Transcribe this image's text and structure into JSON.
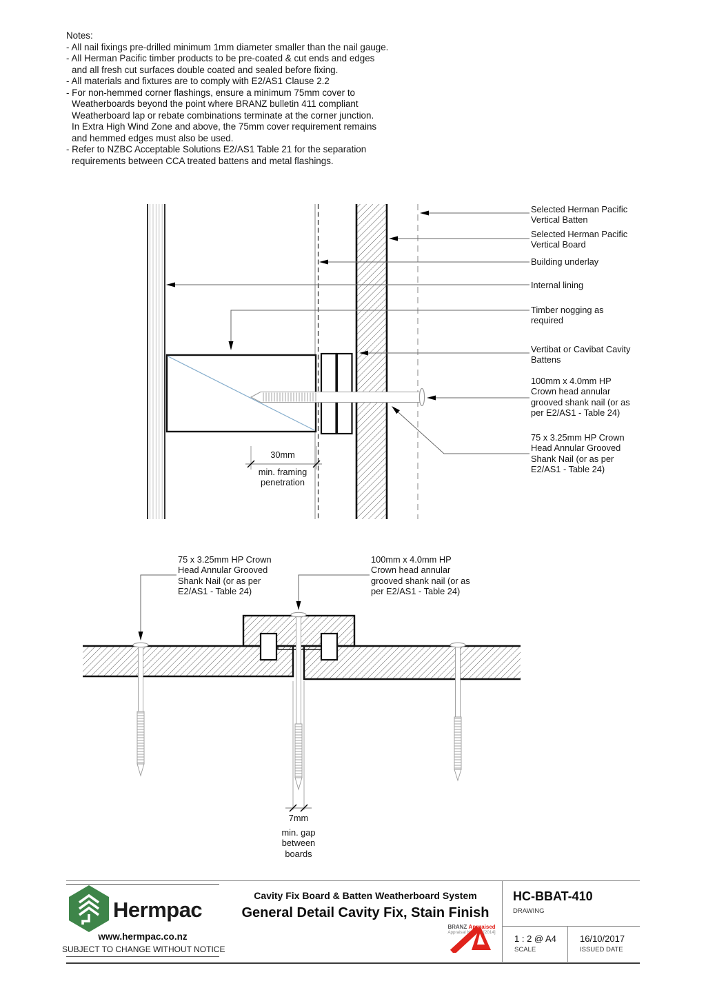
{
  "notes": {
    "title": "Notes:",
    "lines": [
      "- All nail fixings pre-drilled minimum 1mm diameter smaller than the nail gauge.",
      "- All Herman Pacific timber products to be pre-coated & cut ends and edges",
      "and all fresh cut surfaces double coated and sealed before fixing.",
      "- All materials and fixtures are to comply with E2/AS1 Clause 2.2",
      "- For non-hemmed corner flashings, ensure a minimum 75mm cover to",
      "Weatherboards beyond the point where BRANZ bulletin 411 compliant",
      "Weatherboard lap or rebate combinations terminate at the corner junction.",
      "In Extra High Wind Zone and above, the 75mm cover requirement remains",
      "and hemmed edges must also be used.",
      "- Refer to NZBC Acceptable Solutions E2/AS1 Table 21 for the separation",
      "requirements between CCA treated battens and metal flashings."
    ]
  },
  "detail1": {
    "labels": {
      "vertical_batten": {
        "l1": "Selected Herman Pacific",
        "l2": "Vertical Batten"
      },
      "vertical_board": {
        "l1": "Selected Herman Pacific",
        "l2": "Vertical Board"
      },
      "building_underlay": {
        "l1": "Building underlay"
      },
      "internal_lining": {
        "l1": "Internal lining"
      },
      "timber_nogging": {
        "l1": "Timber nogging as",
        "l2": "required"
      },
      "cavity_battens": {
        "l1": "Vertibat or Cavibat Cavity",
        "l2": "Battens"
      },
      "nail_100": {
        "l1": "100mm x 4.0mm HP",
        "l2": "Crown head annular",
        "l3": "grooved shank nail (or as",
        "l4": "per E2/AS1 - Table 24)"
      },
      "nail_75": {
        "l1": "75 x 3.25mm HP Crown",
        "l2": "Head Annular Grooved",
        "l3": "Shank Nail (or as per",
        "l4": "E2/AS1 - Table 24)"
      }
    },
    "dimension": {
      "value": "30mm",
      "cap1": "min. framing",
      "cap2": "penetration"
    }
  },
  "detail2": {
    "label_left": {
      "l1": "75 x 3.25mm HP Crown",
      "l2": "Head Annular Grooved",
      "l3": "Shank Nail (or as per",
      "l4": "E2/AS1 - Table 24)"
    },
    "label_right": {
      "l1": "100mm x 4.0mm HP",
      "l2": "Crown head annular",
      "l3": "grooved shank nail (or as",
      "l4": "per E2/AS1 - Table 24)"
    },
    "dimension": {
      "value": "7mm",
      "cap1": "min. gap",
      "cap2": "between",
      "cap3": "boards"
    }
  },
  "title_block": {
    "brand": "Hermpac",
    "website": "www.hermpac.co.nz",
    "disclaimer": "SUBJECT TO CHANGE WITHOUT NOTICE",
    "system": "Cavity Fix Board & Batten Weatherboard System",
    "title": "General Detail Cavity Fix, Stain Finish",
    "drawing_number": "HC-BBAT-410",
    "drawing_label": "DRAWING",
    "scale_value": "1 : 2 @ A4",
    "scale_label": "SCALE",
    "date_value": "16/10/2017",
    "date_label": "ISSUED DATE",
    "branz_name": "BRANZ",
    "branz_tag": "Appraised",
    "branz_number": "Appraisal No. 828 [2014]"
  },
  "colors": {
    "brand_green": "#3e8549",
    "branz_red": "#e0231c",
    "hatch_line": "#4a4a4a",
    "leader_line": "#666666",
    "nail_gray": "#999999",
    "nogging_diagonal_blue": "#86aecd"
  }
}
